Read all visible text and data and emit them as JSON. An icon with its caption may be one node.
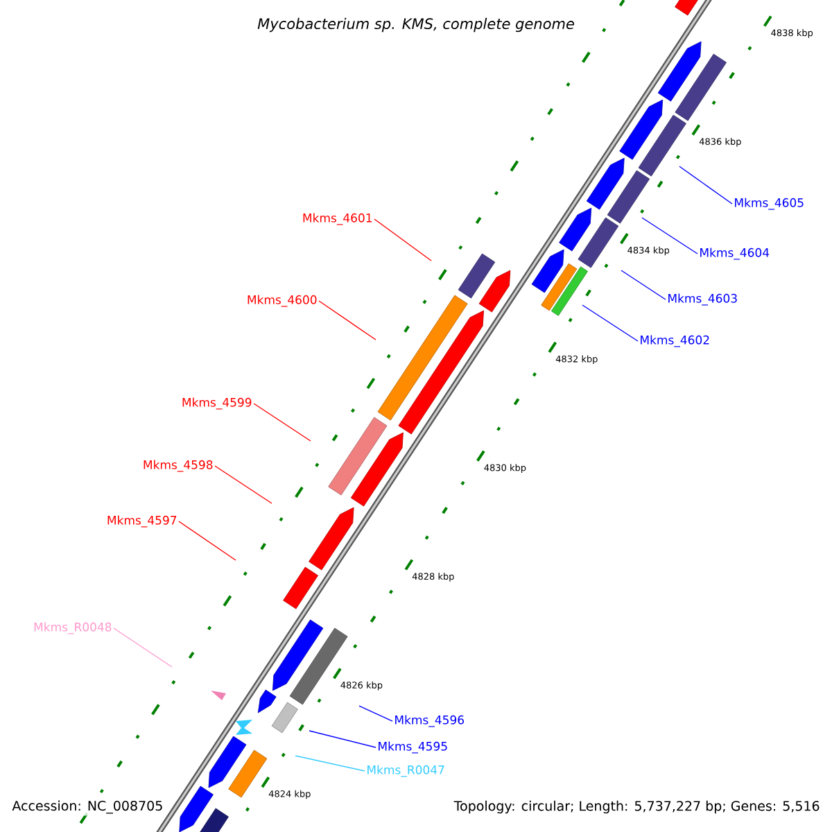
{
  "diagram": {
    "title": "Mycobacterium sp. KMS, complete genome",
    "nodes": [
      {
        "text": [
          "Mkms_4605"
        ]
      },
      {
        "text": [
          "Mkms_4604"
        ]
      },
      {
        "text": [
          "Mkms_4603"
        ]
      },
      {
        "text": [
          "Mkms_4602"
        ]
      },
      {
        "text": [
          "Mkms_4601"
        ]
      },
      {
        "text": [
          "Mkms_4600"
        ]
      },
      {
        "text": [
          "Mkms_4599"
        ]
      },
      {
        "text": [
          "Mkms_4598"
        ]
      },
      {
        "text": [
          "Mkms_4597"
        ]
      },
      {
        "text": [
          "Mkms_R0048"
        ]
      },
      {
        "text": [
          "Mkms_4596"
        ]
      },
      {
        "text": [
          "Mkms_4595"
        ]
      },
      {
        "text": [
          "Mkms_R0047"
        ]
      }
    ],
    "edges": [
      {
        "from": 0,
        "to": null,
        "arrow": "none",
        "color": "#0000ff"
      },
      {
        "from": 1,
        "to": null,
        "arrow": "none",
        "color": "#0000ff"
      },
      {
        "from": 2,
        "to": null,
        "arrow": "none",
        "color": "#0000ff"
      },
      {
        "from": 3,
        "to": null,
        "arrow": "none",
        "color": "#0000ff"
      },
      {
        "from": 4,
        "to": null,
        "arrow": "none",
        "color": "#ff0000"
      },
      {
        "from": 5,
        "to": null,
        "arrow": "none",
        "color": "#ff0000"
      },
      {
        "from": 6,
        "to": null,
        "arrow": "none",
        "color": "#ff0000"
      },
      {
        "from": 7,
        "to": null,
        "arrow": "none",
        "color": "#ff0000"
      },
      {
        "from": 8,
        "to": null,
        "arrow": "none",
        "color": "#ff0000"
      },
      {
        "from": 9,
        "to": null,
        "arrow": "none",
        "color": "#ff99cc"
      },
      {
        "from": 10,
        "to": null,
        "arrow": "none",
        "color": "#0000ff"
      },
      {
        "from": 11,
        "to": null,
        "arrow": "none",
        "color": "#0000ff"
      },
      {
        "from": 12,
        "to": null,
        "arrow": "none",
        "color": "#33ccff"
      }
    ],
    "labels": [
      "4838 kbp",
      "4836 kbp",
      "4834 kbp",
      "4832 kbp",
      "4830 kbp",
      "4828 kbp",
      "4826 kbp",
      "4824 kbp",
      "Accession: NC_008705",
      "Topology: circular; Length: 5,737,227 bp; Genes: 5,516"
    ]
  }
}
